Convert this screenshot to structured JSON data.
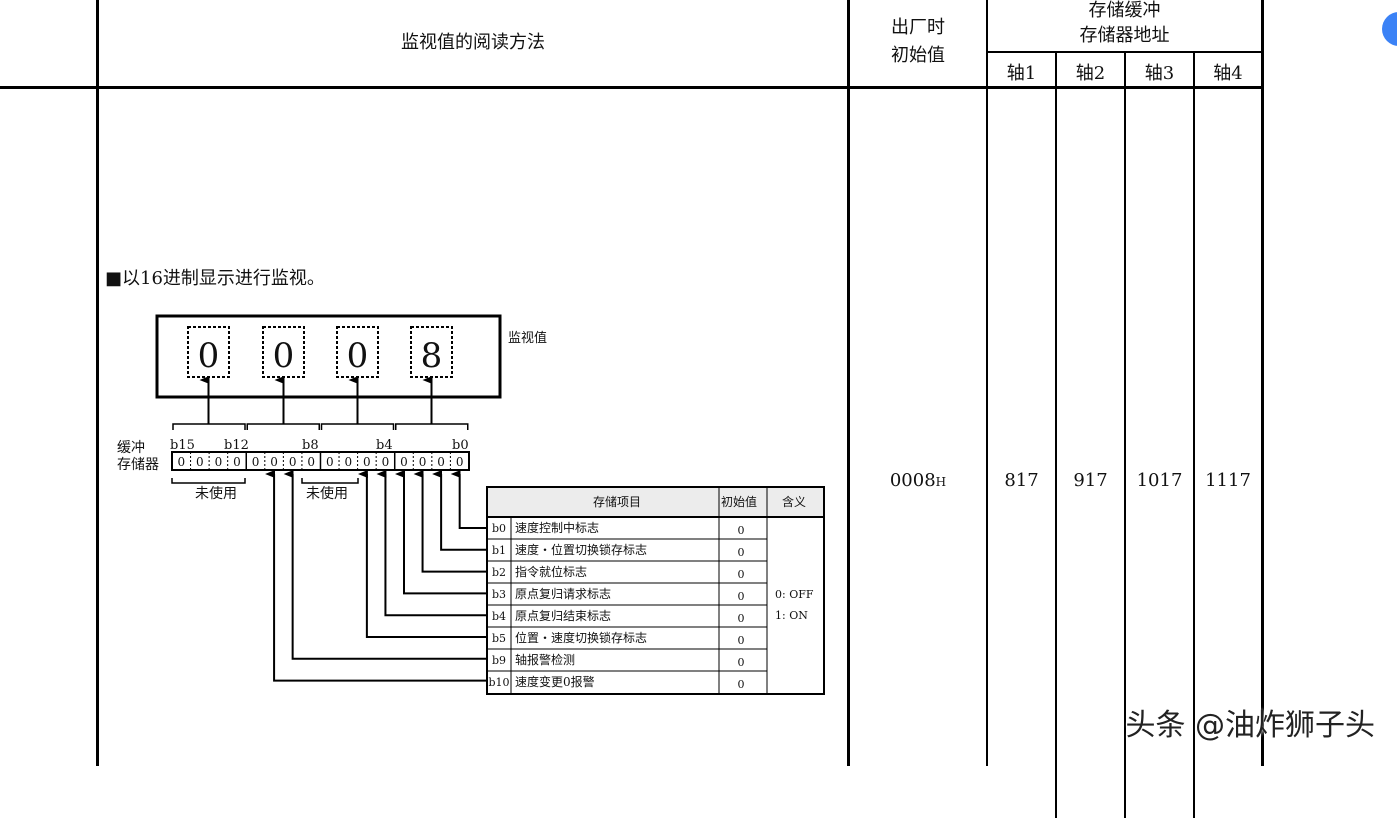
{
  "header": {
    "reading_method": "监视值的阅读方法",
    "factory_initial": [
      "出厂时",
      "初始值"
    ],
    "buffer_address": [
      "存储缓冲",
      "存储器地址"
    ],
    "axes": [
      "轴1",
      "轴2",
      "轴3",
      "轴4"
    ]
  },
  "body": {
    "section_title": "■以16进制显示进行监视。",
    "initial_value": "0008",
    "initial_suffix": "H",
    "addresses": [
      "817",
      "917",
      "1017",
      "1117"
    ]
  },
  "diagram": {
    "monitor_digits": [
      "0",
      "0",
      "0",
      "8"
    ],
    "monitor_label": "监视值",
    "buffer_label": [
      "缓冲",
      "存储器"
    ],
    "bit_labels": [
      "b15",
      "b12",
      "b8",
      "b4",
      "b0"
    ],
    "bits": [
      "0",
      "0",
      "0",
      "0",
      "0",
      "0",
      "0",
      "0",
      "0",
      "0",
      "0",
      "0",
      "0",
      "0",
      "0",
      "0"
    ],
    "unused_label": "未使用",
    "table": {
      "headers": [
        "存储项目",
        "初始值",
        "含义"
      ],
      "rows": [
        {
          "bit": "b0",
          "item": "速度控制中标志",
          "init": "0"
        },
        {
          "bit": "b1",
          "item": "速度・位置切换锁存标志",
          "init": "0"
        },
        {
          "bit": "b2",
          "item": "指令就位标志",
          "init": "0"
        },
        {
          "bit": "b3",
          "item": "原点复归请求标志",
          "init": "0"
        },
        {
          "bit": "b4",
          "item": "原点复归结束标志",
          "init": "0"
        },
        {
          "bit": "b5",
          "item": "位置・速度切换锁存标志",
          "init": "0"
        },
        {
          "bit": "b9",
          "item": "轴报警检测",
          "init": "0"
        },
        {
          "bit": "b10",
          "item": "速度变更0报警",
          "init": "0"
        }
      ],
      "meaning": [
        "0: OFF",
        "1: ON"
      ]
    }
  },
  "watermark": "头条 @油炸狮子头"
}
